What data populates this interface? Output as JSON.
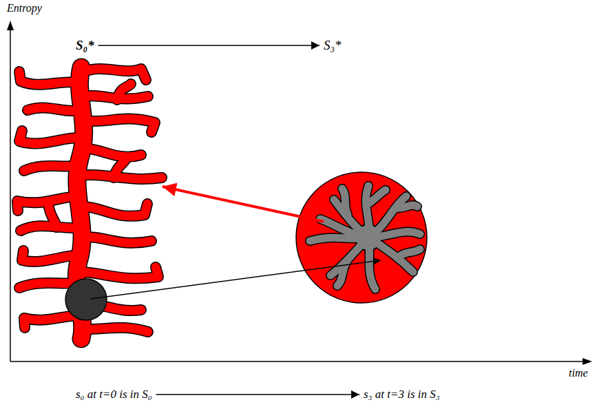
{
  "diagram": {
    "nodes": [
      {
        "text": [
          "S₀*"
        ]
      },
      {
        "text": [
          "S₃*"
        ]
      },
      {
        "text": [
          "s₀ at t=0 is in S₀"
        ]
      },
      {
        "text": [
          "s₃ at t=3 is in S₃"
        ]
      }
    ],
    "edges": [
      {
        "from": 0,
        "to": 1,
        "arrow": "to"
      },
      {
        "from": 2,
        "to": 3,
        "arrow": "to"
      }
    ],
    "labels": [
      "Entropy",
      "time"
    ]
  }
}
